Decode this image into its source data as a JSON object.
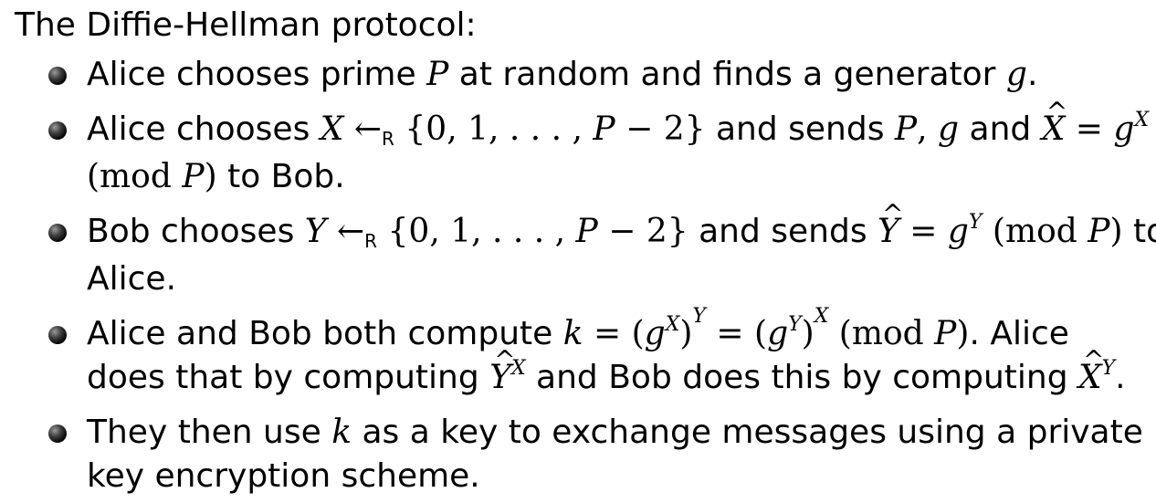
{
  "heading": "The Diffie-Hellman protocol:",
  "bullets": {
    "b1": {
      "t1": "Alice chooses prime ",
      "P": "P",
      "t2": " at random and finds a generator ",
      "g": "g",
      "t3": "."
    },
    "b2": {
      "t1": "Alice chooses ",
      "X": "X",
      "arrow": " ←",
      "R": "R",
      "set": " {0, 1, . . . , ",
      "P": "P",
      "minus2": " − 2}",
      "t2": " and sends ",
      "P2": "P",
      "comma": ", ",
      "g": "g",
      "t3": " and ",
      "Xhat": "X",
      "hat": "^",
      "eq": " = ",
      "g2": "g",
      "supX": "X",
      "mod_open": "(",
      "mod": "mod ",
      "modP": "P",
      "mod_close": ")",
      "t4": " to Bob."
    },
    "b3": {
      "t1": "Bob chooses ",
      "Y": "Y",
      "arrow": " ←",
      "R": "R",
      "set": " {0, 1, . . . , ",
      "P": "P",
      "minus2": " − 2}",
      "t2": " and sends ",
      "Yhat": "Y",
      "hat": "^",
      "eq": " = ",
      "g": "g",
      "supY": "Y",
      "mod_open": "  (",
      "mod": "mod ",
      "modP": "P",
      "mod_close": ")",
      "t3": " to",
      "t4": "Alice."
    },
    "b4": {
      "t1": "Alice and Bob both compute ",
      "k": "k",
      "eq1": " = (",
      "g1": "g",
      "supX1": "X",
      "close1": ")",
      "supY1": "Y",
      "eq2": " = (",
      "g2": "g",
      "supY2": "Y",
      "close2": ")",
      "supX2": "X",
      "mod_open": "  (",
      "mod": "mod ",
      "modP": "P",
      "mod_close": ")",
      "t2": ". Alice",
      "t3": "does that by computing ",
      "Yhat": "Y",
      "hat": "^",
      "supX3": "X",
      "t4": " and Bob does this by computing ",
      "Xhat": "X",
      "supY3": "Y",
      "t5": "."
    },
    "b5": {
      "t1": "They then use ",
      "k": "k",
      "t2": " as a key to exchange messages using a private",
      "t3": "key encryption scheme."
    }
  }
}
